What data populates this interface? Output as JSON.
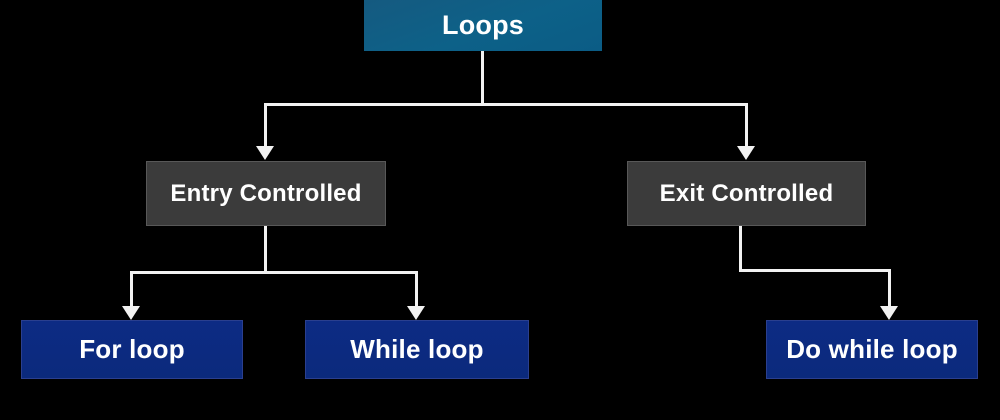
{
  "diagram": {
    "title": "Loops",
    "background_color": "#000000",
    "connector_color": "#f2f2f2",
    "nodes": {
      "root": {
        "label": "Loops",
        "color": "#0d6188",
        "level": "root"
      },
      "entry": {
        "label": "Entry Controlled",
        "color": "#3b3b3b",
        "level": "category"
      },
      "exit": {
        "label": "Exit Controlled",
        "color": "#3b3b3b",
        "level": "category"
      },
      "for_loop": {
        "label": "For loop",
        "color": "#0d2b84",
        "level": "leaf"
      },
      "while_loop": {
        "label": "While loop",
        "color": "#0d2b84",
        "level": "leaf"
      },
      "do_while_loop": {
        "label": "Do while loop",
        "color": "#0d2b84",
        "level": "leaf"
      }
    },
    "edges": [
      {
        "from": "root",
        "to": "entry"
      },
      {
        "from": "root",
        "to": "exit"
      },
      {
        "from": "entry",
        "to": "for_loop"
      },
      {
        "from": "entry",
        "to": "while_loop"
      },
      {
        "from": "exit",
        "to": "do_while_loop"
      }
    ]
  }
}
